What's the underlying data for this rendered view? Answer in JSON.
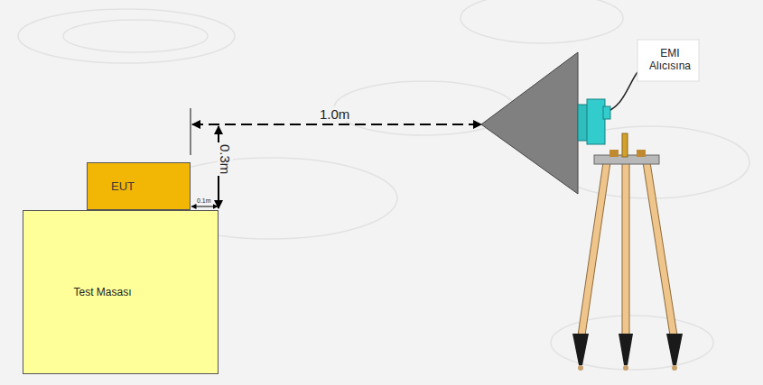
{
  "diagram": {
    "nodes": [
      {
        "text": [
          "EUT"
        ]
      },
      {
        "text": [
          "Test Masası"
        ]
      }
    ],
    "labels": [
      "1.0m",
      "0.3m",
      "0.1m",
      "EMI Alıcısına"
    ]
  }
}
